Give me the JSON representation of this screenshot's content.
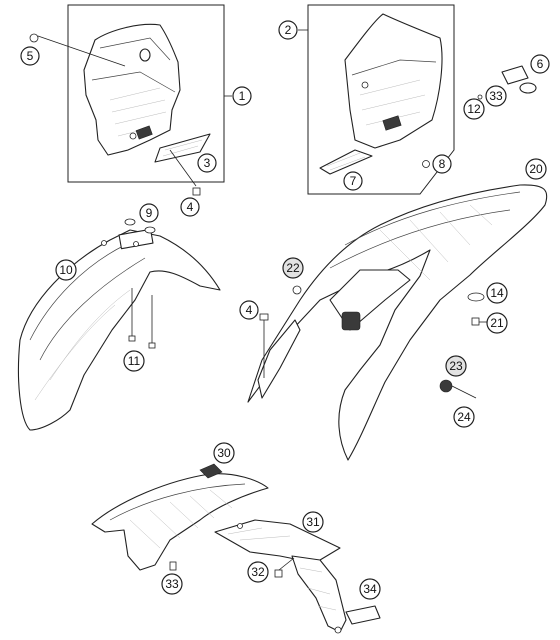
{
  "diagram": {
    "callouts": [
      {
        "id": "c1",
        "label": "1"
      },
      {
        "id": "c2",
        "label": "2"
      },
      {
        "id": "c3",
        "label": "3"
      },
      {
        "id": "c4a",
        "label": "4"
      },
      {
        "id": "c4b",
        "label": "4"
      },
      {
        "id": "c5",
        "label": "5"
      },
      {
        "id": "c6",
        "label": "6"
      },
      {
        "id": "c7",
        "label": "7"
      },
      {
        "id": "c8",
        "label": "8"
      },
      {
        "id": "c9",
        "label": "9"
      },
      {
        "id": "c10",
        "label": "10"
      },
      {
        "id": "c11",
        "label": "11"
      },
      {
        "id": "c12",
        "label": "12"
      },
      {
        "id": "c14",
        "label": "14"
      },
      {
        "id": "c20",
        "label": "20"
      },
      {
        "id": "c21",
        "label": "21"
      },
      {
        "id": "c22",
        "label": "22"
      },
      {
        "id": "c23",
        "label": "23"
      },
      {
        "id": "c24",
        "label": "24"
      },
      {
        "id": "c30",
        "label": "30"
      },
      {
        "id": "c31",
        "label": "31"
      },
      {
        "id": "c32",
        "label": "32"
      },
      {
        "id": "c33a",
        "label": "33"
      },
      {
        "id": "c33b",
        "label": "33"
      },
      {
        "id": "c34",
        "label": "34"
      }
    ]
  }
}
